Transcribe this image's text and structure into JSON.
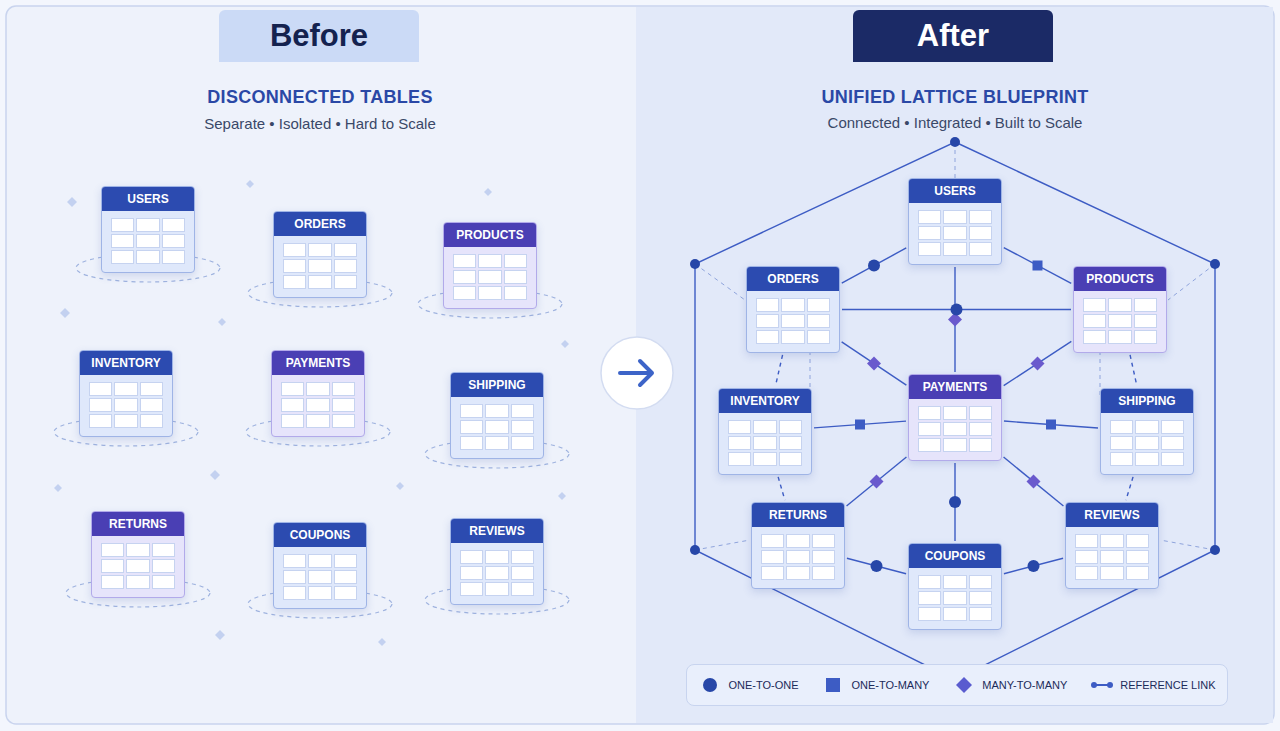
{
  "diagram": {
    "nodes": [
      {
        "text": [
          "Before",
          "DISCONNECTED TABLES",
          "Separate • Isolated • Hard to Scale"
        ]
      },
      {
        "text": [
          "USERS"
        ],
        "in": 0
      },
      {
        "text": [
          "ORDERS"
        ],
        "in": 0
      },
      {
        "text": [
          "PRODUCTS"
        ],
        "in": 0
      },
      {
        "text": [
          "INVENTORY"
        ],
        "in": 0
      },
      {
        "text": [
          "PAYMENTS"
        ],
        "in": 0
      },
      {
        "text": [
          "SHIPPING"
        ],
        "in": 0
      },
      {
        "text": [
          "RETURNS"
        ],
        "in": 0
      },
      {
        "text": [
          "COUPONS"
        ],
        "in": 0
      },
      {
        "text": [
          "REVIEWS"
        ],
        "in": 0
      },
      {
        "text": [
          "After",
          "UNIFIED LATTICE BLUEPRINT",
          "Connected • Integrated • Built to Scale"
        ]
      },
      {
        "text": [
          "USERS"
        ],
        "in": 10
      },
      {
        "text": [
          "ORDERS"
        ],
        "in": 10
      },
      {
        "text": [
          "PRODUCTS"
        ],
        "in": 10
      },
      {
        "text": [
          "INVENTORY"
        ],
        "in": 10
      },
      {
        "text": [
          "PAYMENTS"
        ],
        "in": 10
      },
      {
        "text": [
          "SHIPPING"
        ],
        "in": 10
      },
      {
        "text": [
          "RETURNS"
        ],
        "in": 10
      },
      {
        "text": [
          "COUPONS"
        ],
        "in": 10
      },
      {
        "text": [
          "REVIEWS"
        ],
        "in": 10
      }
    ],
    "edges": [
      {
        "from": 11,
        "to": 12,
        "arrow": "none"
      },
      {
        "from": 11,
        "to": 13,
        "arrow": "none"
      },
      {
        "from": 11,
        "to": 15,
        "arrow": "none"
      },
      {
        "from": 12,
        "to": 13,
        "arrow": "none"
      },
      {
        "from": 12,
        "to": 15,
        "arrow": "none"
      },
      {
        "from": 13,
        "to": 15,
        "arrow": "none"
      },
      {
        "from": 14,
        "to": 15,
        "arrow": "none"
      },
      {
        "from": 15,
        "to": 16,
        "arrow": "none"
      },
      {
        "from": 15,
        "to": 17,
        "arrow": "none"
      },
      {
        "from": 15,
        "to": 19,
        "arrow": "none"
      },
      {
        "from": 15,
        "to": 18,
        "arrow": "none"
      },
      {
        "from": 12,
        "to": 14,
        "arrow": "none"
      },
      {
        "from": 13,
        "to": 16,
        "arrow": "none"
      },
      {
        "from": 14,
        "to": 17,
        "arrow": "none"
      },
      {
        "from": 16,
        "to": 19,
        "arrow": "none"
      },
      {
        "from": 17,
        "to": 18,
        "arrow": "none"
      },
      {
        "from": 19,
        "to": 18,
        "arrow": "none"
      }
    ],
    "legend": [
      {
        "text": "ONE-TO-ONE"
      },
      {
        "text": "ONE-TO-MANY"
      },
      {
        "text": "MANY-TO-MANY"
      },
      {
        "text": "REFERENCE LINK"
      }
    ]
  }
}
